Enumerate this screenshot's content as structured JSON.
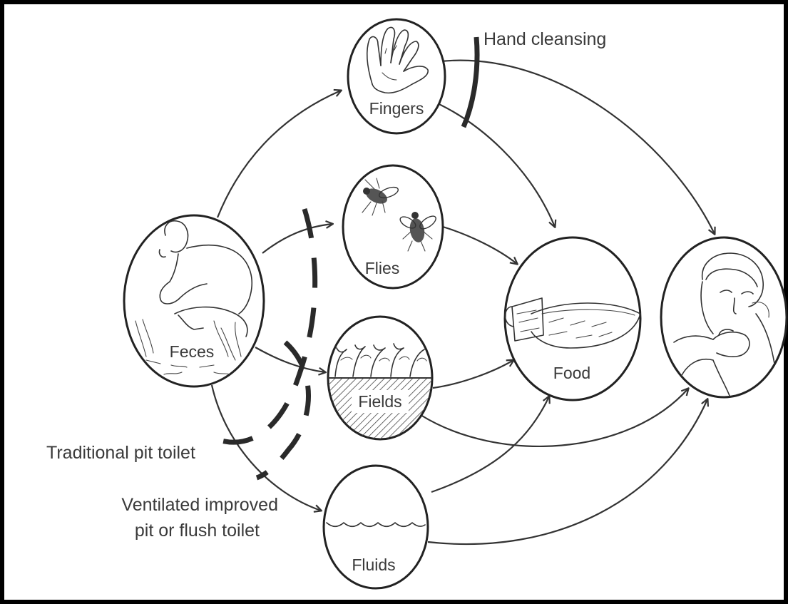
{
  "nodes": {
    "feces": {
      "label": "Feces"
    },
    "fingers": {
      "label": "Fingers"
    },
    "flies": {
      "label": "Flies"
    },
    "fields": {
      "label": "Fields"
    },
    "fluids": {
      "label": "Fluids"
    },
    "food": {
      "label": "Food"
    },
    "person": {
      "label": ""
    }
  },
  "barriers": {
    "hand_cleansing": {
      "label": "Hand cleansing"
    },
    "traditional_pit_toilet": {
      "label": "Traditional pit toilet"
    },
    "ventilated_toilet": {
      "label_line1": "Ventilated improved",
      "label_line2": "pit or flush toilet"
    }
  },
  "colors": {
    "line": "#333333",
    "text": "#3a3a3a",
    "frame": "#000000"
  }
}
